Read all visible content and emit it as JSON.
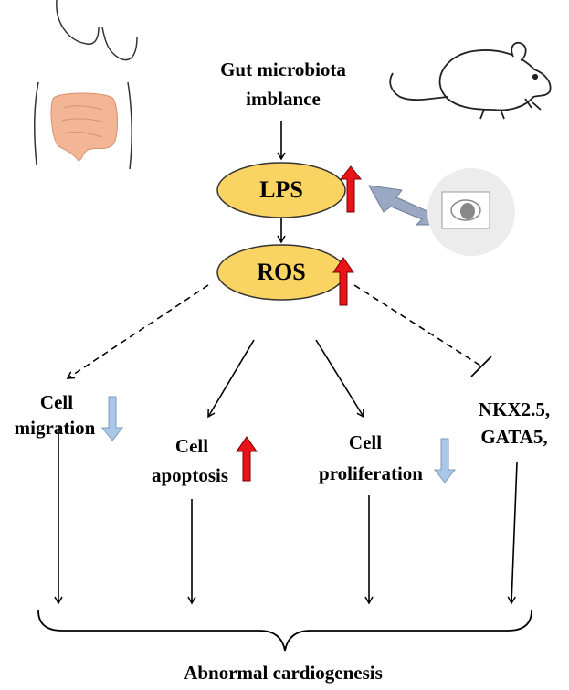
{
  "diagram": {
    "source": {
      "line1": "Gut microbiota",
      "line2": "imblance"
    },
    "nodes": {
      "lps": "LPS",
      "ros": "ROS"
    },
    "effects": {
      "migration": {
        "line1": "Cell",
        "line2": "migration",
        "direction": "down"
      },
      "apoptosis": {
        "line1": "Cell",
        "line2": "apoptosis",
        "direction": "up"
      },
      "proliferation": {
        "line1": "Cell",
        "line2": "proliferation",
        "direction": "down"
      },
      "genes": {
        "line1": "NKX2.5,",
        "line2": "GATA5,"
      }
    },
    "outcome": "Abnormal cardiogenesis",
    "icons": [
      "human-gut-icon",
      "mouse-icon",
      "lightning-icon",
      "petri-dish-icon"
    ],
    "colors": {
      "node_fill": "#F9D463",
      "up_arrow": "#E8141A",
      "down_arrow": "#A9C7E8",
      "intestine": "#F2B596",
      "lightning": "#9AA8C3"
    }
  }
}
